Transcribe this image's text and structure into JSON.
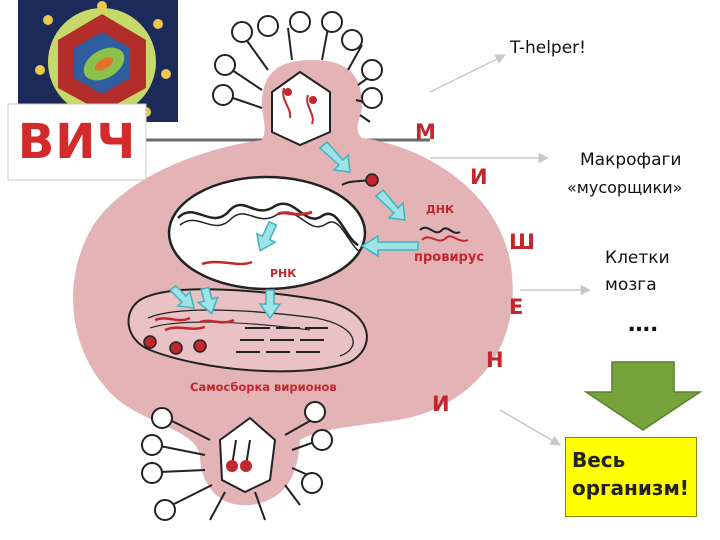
{
  "title": "ВИЧ",
  "hiv_virus_image": "hiv-virion-illustration",
  "labels": {
    "rnk": "РНК",
    "dnk": "ДНК",
    "provirus": "провирус",
    "self_assembly": "Самосборка вирионов"
  },
  "targets_word": [
    "М",
    "И",
    "Ш",
    "Е",
    "Н",
    "И"
  ],
  "targets": {
    "t_helper": "T-helper!",
    "macrophages_line1": "Макрофаги",
    "macrophages_line2": "«мусорщики»",
    "brain_line1": "Клетки",
    "brain_line2": "мозга",
    "ellipsis": "…."
  },
  "result": {
    "line1": "Весь",
    "line2": "организм!"
  },
  "colors": {
    "cell": "#e3b3b5",
    "nucleus": "#ffffff",
    "accent_red": "#c0282d",
    "arrow_fill": "#9ee3e6",
    "arrow_stroke": "#3fb3c0",
    "down_arrow": "#77a33d",
    "result_box": "#ffff00"
  }
}
